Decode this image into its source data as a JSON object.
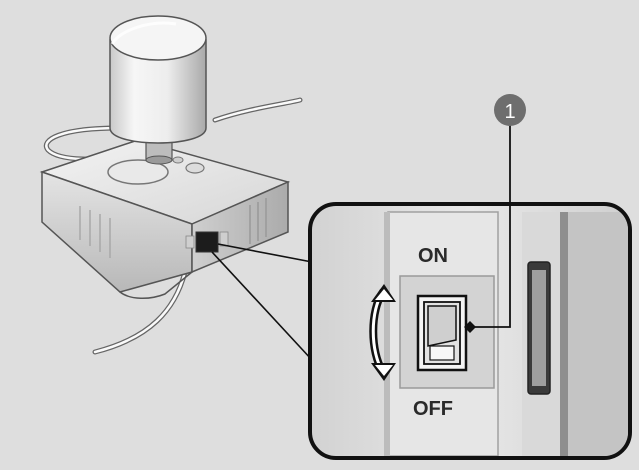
{
  "switch_labels": {
    "on": "ON",
    "off": "OFF"
  },
  "callout": {
    "number": "1"
  },
  "colors": {
    "background": "#dedede",
    "device_body": "#ececec",
    "device_shadow": "#9a9a9a",
    "inset_frame": "#1a1a1a",
    "switch_plate": "#f4f4f4",
    "callout_badge": "#6e6e6e",
    "callout_text": "#ffffff"
  },
  "icons": {
    "arrow": "double-headed-vertical-arrow-icon",
    "pointer": "leader-line-diamond"
  }
}
